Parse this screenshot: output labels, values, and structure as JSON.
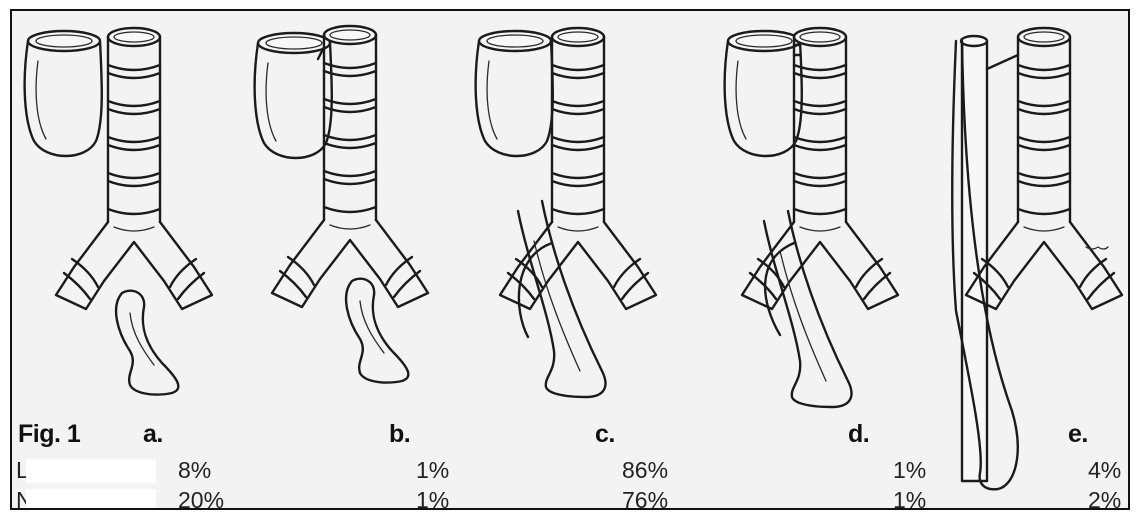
{
  "figure": {
    "label": "Fig. 1",
    "panels": [
      {
        "id": "a",
        "letter": "a.",
        "row1": "8%",
        "row2": "20%"
      },
      {
        "id": "b",
        "letter": "b.",
        "row1": "1%",
        "row2": "1%"
      },
      {
        "id": "c",
        "letter": "c.",
        "row1": "86%",
        "row2": "76%"
      },
      {
        "id": "d",
        "letter": "d.",
        "row1": "1%",
        "row2": "1%"
      },
      {
        "id": "e",
        "letter": "e.",
        "row1": "4%",
        "row2": "2%"
      }
    ],
    "row_labels_visible": [
      "L",
      "N"
    ]
  },
  "colors": {
    "background": "#f3f3f3",
    "line": "#1b1b1b",
    "border": "#111111"
  }
}
